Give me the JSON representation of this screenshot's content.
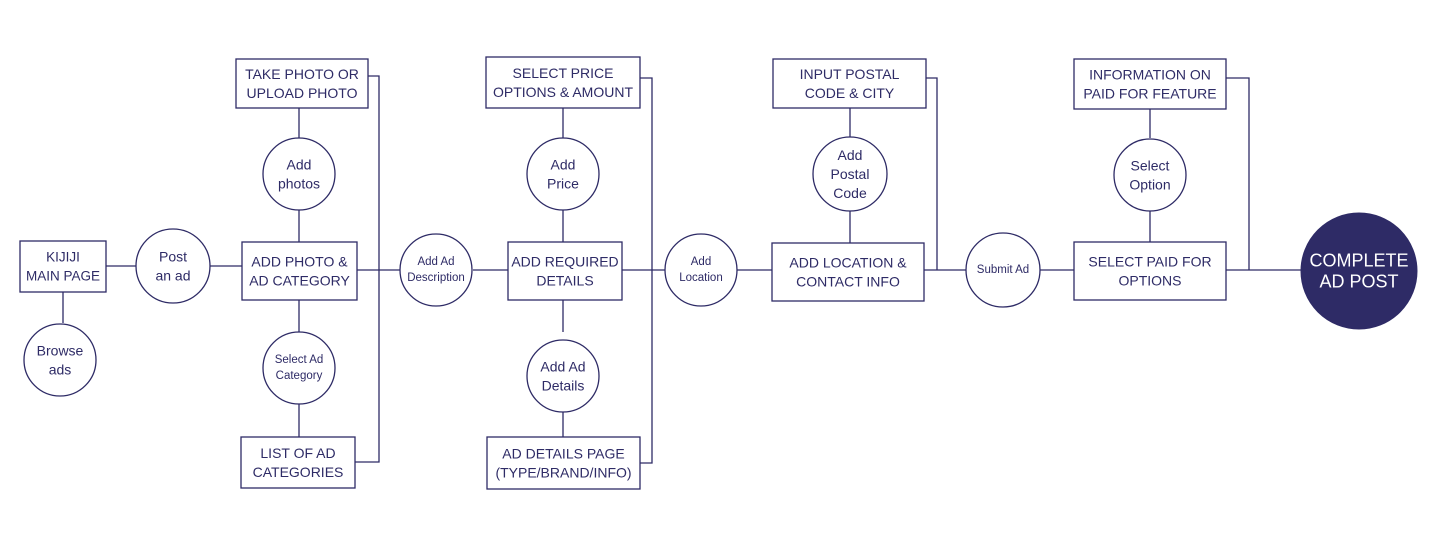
{
  "colors": {
    "ink": "#2e2b66",
    "background": "#ffffff",
    "end_fill": "#2e2b66",
    "end_text": "#ffffff"
  },
  "nodes": {
    "main_page": {
      "lines": [
        "KIJIJI",
        "MAIN PAGE"
      ]
    },
    "browse_ads": {
      "lines": [
        "Browse",
        "ads"
      ]
    },
    "post_ad": {
      "lines": [
        "Post",
        "an ad"
      ]
    },
    "take_photo": {
      "lines": [
        "TAKE PHOTO OR",
        "UPLOAD PHOTO"
      ]
    },
    "add_photos": {
      "lines": [
        "Add",
        "photos"
      ]
    },
    "add_photo_category": {
      "lines": [
        "ADD PHOTO &",
        "AD CATEGORY"
      ]
    },
    "select_ad_category": {
      "lines": [
        "Select Ad",
        "Category"
      ]
    },
    "list_ad_categories": {
      "lines": [
        "LIST OF AD",
        "CATEGORIES"
      ]
    },
    "add_ad_description": {
      "lines": [
        "Add Ad",
        "Description"
      ]
    },
    "select_price_options": {
      "lines": [
        "SELECT PRICE",
        "OPTIONS & AMOUNT"
      ]
    },
    "add_price": {
      "lines": [
        "Add",
        "Price"
      ]
    },
    "add_required_details": {
      "lines": [
        "ADD REQUIRED",
        "DETAILS"
      ]
    },
    "add_ad_details": {
      "lines": [
        "Add Ad",
        "Details"
      ]
    },
    "ad_details_page": {
      "lines": [
        "AD DETAILS PAGE",
        "(TYPE/BRAND/INFO)"
      ]
    },
    "add_location_circle": {
      "lines": [
        "Add",
        "Location"
      ]
    },
    "input_postal_code": {
      "lines": [
        "INPUT POSTAL",
        "CODE & CITY"
      ]
    },
    "add_postal_code": {
      "lines": [
        "Add",
        "Postal",
        "Code"
      ]
    },
    "add_location_contact": {
      "lines": [
        "ADD LOCATION &",
        "CONTACT INFO"
      ]
    },
    "submit_ad": {
      "lines": [
        "Submit Ad"
      ]
    },
    "information_paid_feature": {
      "lines": [
        "INFORMATION ON",
        "PAID FOR FEATURE"
      ]
    },
    "select_option": {
      "lines": [
        "Select",
        "Option"
      ]
    },
    "select_paid_options": {
      "lines": [
        "SELECT PAID FOR",
        "OPTIONS"
      ]
    },
    "complete_ad_post": {
      "lines": [
        "COMPLETE",
        "AD POST"
      ]
    }
  }
}
